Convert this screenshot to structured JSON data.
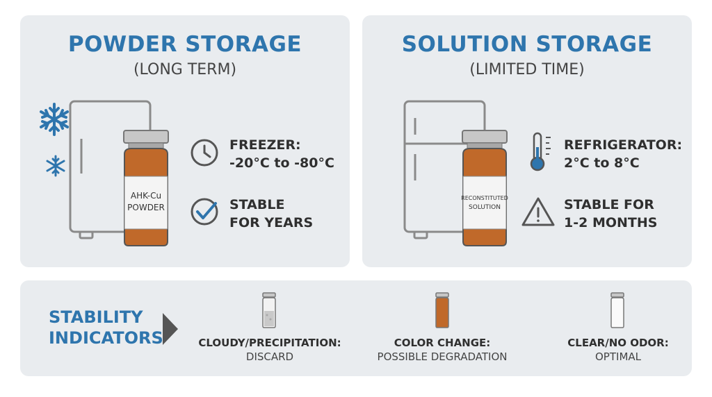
{
  "powder": {
    "title": "POWDER STORAGE",
    "subtitle": "(LONG TERM)",
    "vial_label_line1": "AHK-Cu",
    "vial_label_line2": "POWDER",
    "items": [
      {
        "icon": "clock-icon",
        "line1": "FREEZER:",
        "line2": "-20°C to -80°C"
      },
      {
        "icon": "checkmark-icon",
        "line1": "STABLE",
        "line2": "FOR YEARS"
      }
    ]
  },
  "solution": {
    "title": "SOLUTION STORAGE",
    "subtitle": "(LIMITED TIME)",
    "vial_label_line1": "RECONSTITUTED",
    "vial_label_line2": "SOLUTION",
    "items": [
      {
        "icon": "thermometer-icon",
        "line1": "REFRIGERATOR:",
        "line2": "2°C to 8°C"
      },
      {
        "icon": "warning-icon",
        "line1": "STABLE FOR",
        "line2": "1-2 MONTHS"
      }
    ]
  },
  "indicators": {
    "title_line1": "STABILITY",
    "title_line2": "INDICATORS",
    "items": [
      {
        "icon": "cloudy-vial-icon",
        "label": "CLOUDY/PRECIPITATION:",
        "desc": "DISCARD"
      },
      {
        "icon": "amber-vial-icon",
        "label": "COLOR CHANGE:",
        "desc": "POSSIBLE DEGRADATION"
      },
      {
        "icon": "clear-vial-icon",
        "label": "CLEAR/NO ODOR:",
        "desc": "OPTIMAL"
      }
    ]
  },
  "colors": {
    "title_blue": "#2e75ad",
    "panel_bg": "#e9ecef",
    "amber": "#c0692a",
    "icon_gray": "#555555"
  }
}
